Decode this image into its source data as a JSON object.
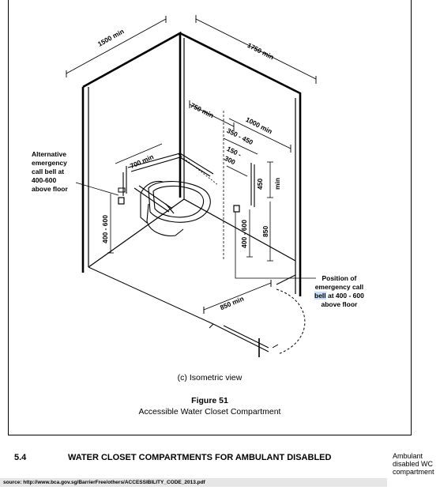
{
  "diagram": {
    "dimensions": {
      "d1500": "1500 min",
      "d1750": "1750 min",
      "d750": "750 min",
      "d1000": "1000 min",
      "d350_450": "350 - 450",
      "d150_300_a": "150 -",
      "d150_300_b": "300",
      "d700": "700 min",
      "d450": "450",
      "dmin": "min",
      "d400_600_left": "400 - 600",
      "d400_600_right": "400 - 600",
      "d850_v": "850",
      "d850_door": "850 min"
    },
    "callout_left": {
      "l1": "Alternative",
      "l2": "emergency",
      "l3": "call bell at",
      "l4": "400-600",
      "l5": "above floor"
    },
    "callout_right": {
      "l1": "Position of",
      "l2": "emergency call",
      "l3a": "bell",
      "l3b": " at 400 - 600",
      "l4": "above floor"
    },
    "view_label": "(c)  Isometric view",
    "figure_number": "Figure 51",
    "figure_title": "Accessible Water Closet Compartment"
  },
  "section": {
    "number": "5.4",
    "title": "WATER CLOSET COMPARTMENTS FOR AMBULANT DISABLED"
  },
  "side_note": {
    "l1": "Ambulant",
    "l2": "disabled WC",
    "l3": "compartment"
  },
  "source_text": "source: http://www.bca.gov.sg/BarrierFree/others/ACCESSIBILITY_CODE_2013.pdf"
}
